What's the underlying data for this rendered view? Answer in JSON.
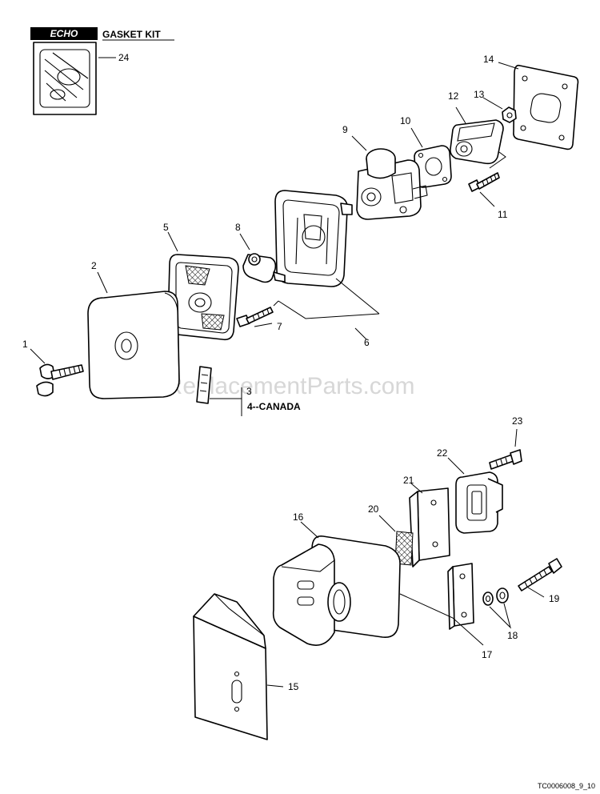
{
  "kit": {
    "brand": "ECHO",
    "title": "GASKET KIT",
    "number": "24"
  },
  "canada_label": "4--CANADA",
  "watermark": "eReplacementParts.com",
  "diagram_code": "TC0006008_9_10",
  "callouts": {
    "c1": "1",
    "c2": "2",
    "c3": "3",
    "c5": "5",
    "c6": "6",
    "c7": "7",
    "c8": "8",
    "c9": "9",
    "c10": "10",
    "c11": "11",
    "c12": "12",
    "c13": "13",
    "c14": "14",
    "c15": "15",
    "c16": "16",
    "c17": "17",
    "c18": "18",
    "c19": "19",
    "c20": "20",
    "c21": "21",
    "c22": "22",
    "c23": "23"
  }
}
